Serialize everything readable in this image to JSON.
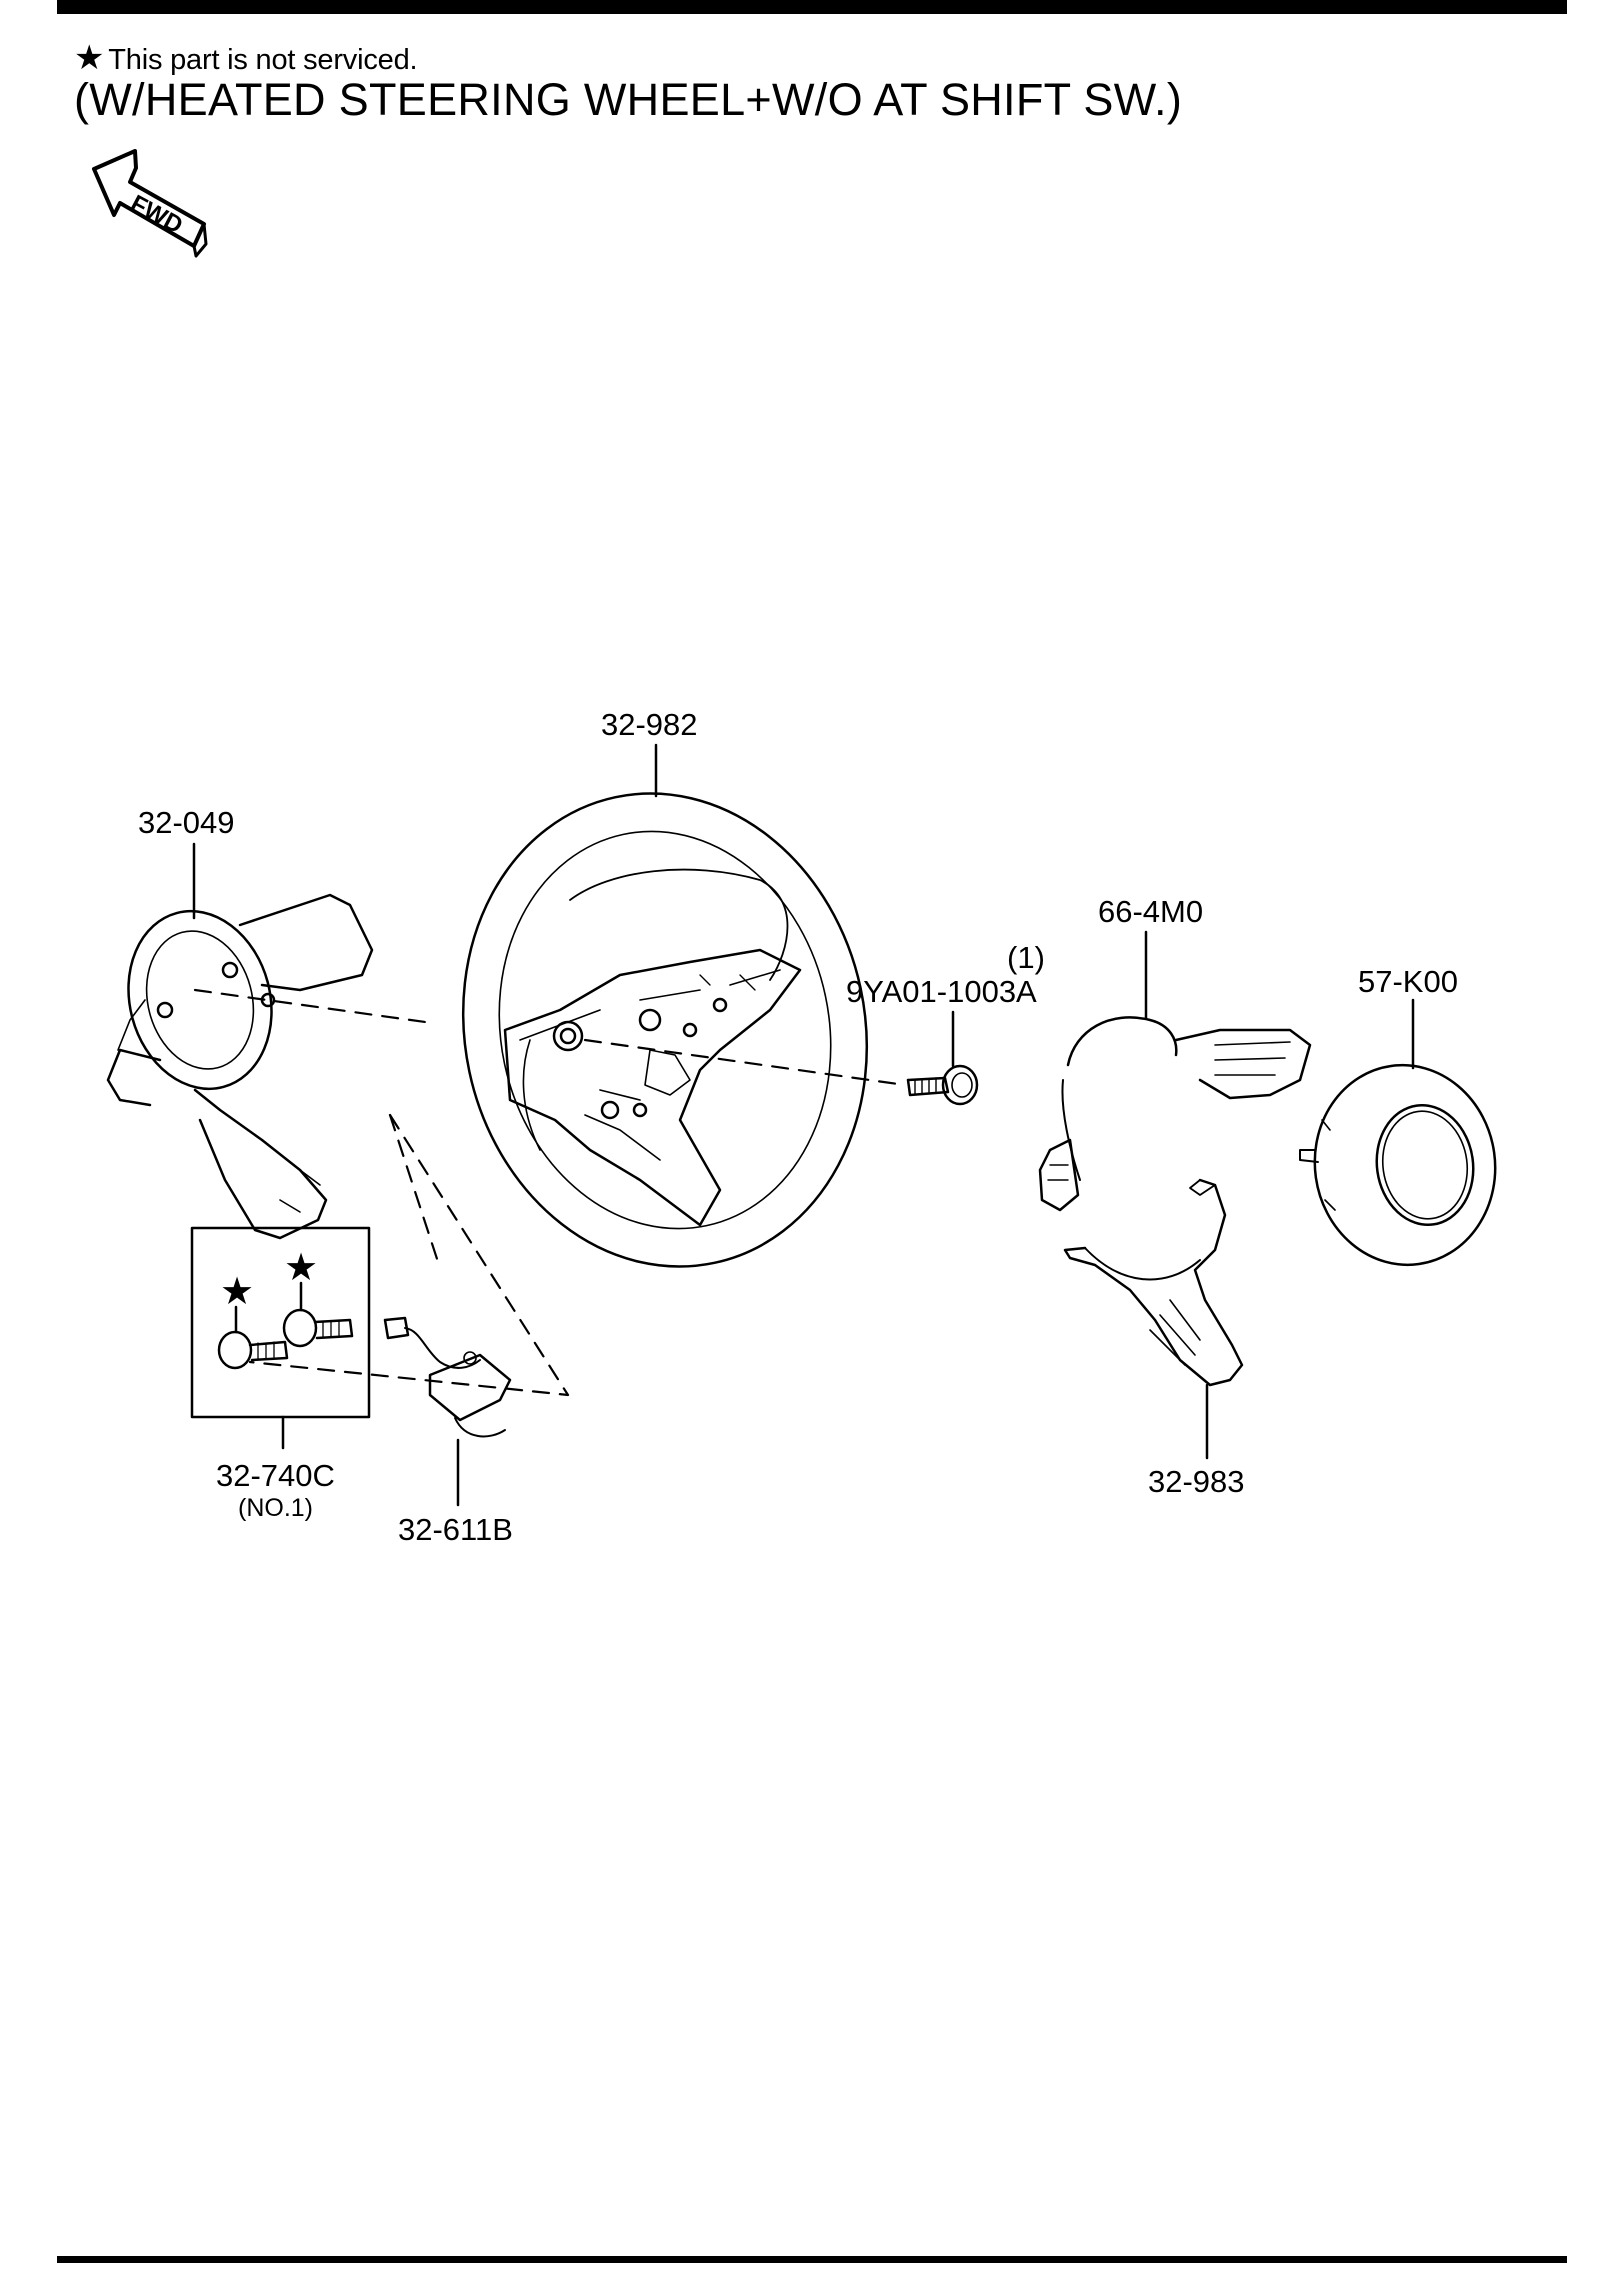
{
  "header": {
    "note_symbol": "★",
    "note_text": "This part is not serviced.",
    "title": "(W/HEATED STEERING WHEEL+W/O AT SHIFT SW.)"
  },
  "fwd_arrow_label": "FWD",
  "parts": {
    "wheel": "32-982",
    "rear_cover": "32-049",
    "upper_switch_panel": "66-4M0",
    "air_bag_module": "57-K00",
    "bolt_qty": "(1)",
    "bolt": "9YA01-1003A",
    "lower_panel": "32-983",
    "bolt_set": "32-740C",
    "bolt_set_note": "(NO.1)",
    "harness": "32-611B"
  },
  "stars": [
    "★",
    "★"
  ],
  "colors": {
    "ink": "#000000",
    "paper": "#ffffff"
  }
}
